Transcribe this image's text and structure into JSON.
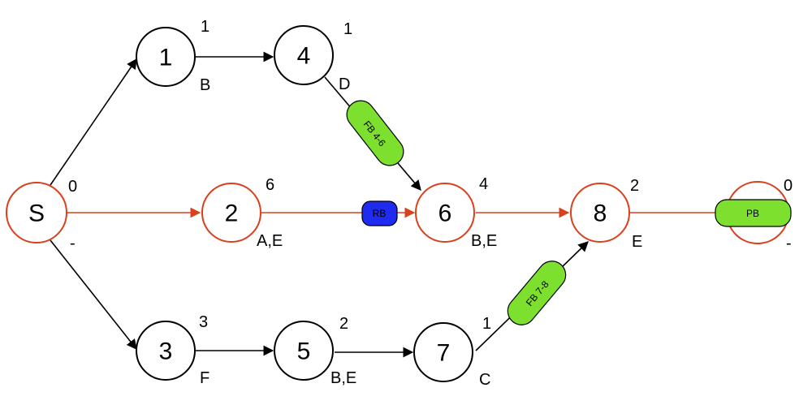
{
  "colors": {
    "critical": "#d9411e",
    "normal": "#000000",
    "feeding_buffer": "#7ee02e",
    "resource_buffer": "#1f2bef",
    "project_buffer": "#7ee02e"
  },
  "nodes": {
    "S": {
      "label": "S",
      "top": "0",
      "bottom": "-"
    },
    "n1": {
      "label": "1",
      "top": "1",
      "bottom": "B"
    },
    "n4": {
      "label": "4",
      "top": "1",
      "bottom": "D"
    },
    "n2": {
      "label": "2",
      "top": "6",
      "bottom": "A,E"
    },
    "n6": {
      "label": "6",
      "top": "4",
      "bottom": "B,E"
    },
    "n8": {
      "label": "8",
      "top": "2",
      "bottom": "E"
    },
    "n3": {
      "label": "3",
      "top": "3",
      "bottom": "F"
    },
    "n5": {
      "label": "5",
      "top": "2",
      "bottom": "B,E"
    },
    "n7": {
      "label": "7",
      "top": "1",
      "bottom": "C"
    },
    "end": {
      "label": "",
      "top": "0",
      "bottom": "-"
    }
  },
  "buffers": {
    "fb46": "FB 4-6",
    "rb": "RB",
    "fb78": "FB 7-8",
    "pb": "PB"
  }
}
